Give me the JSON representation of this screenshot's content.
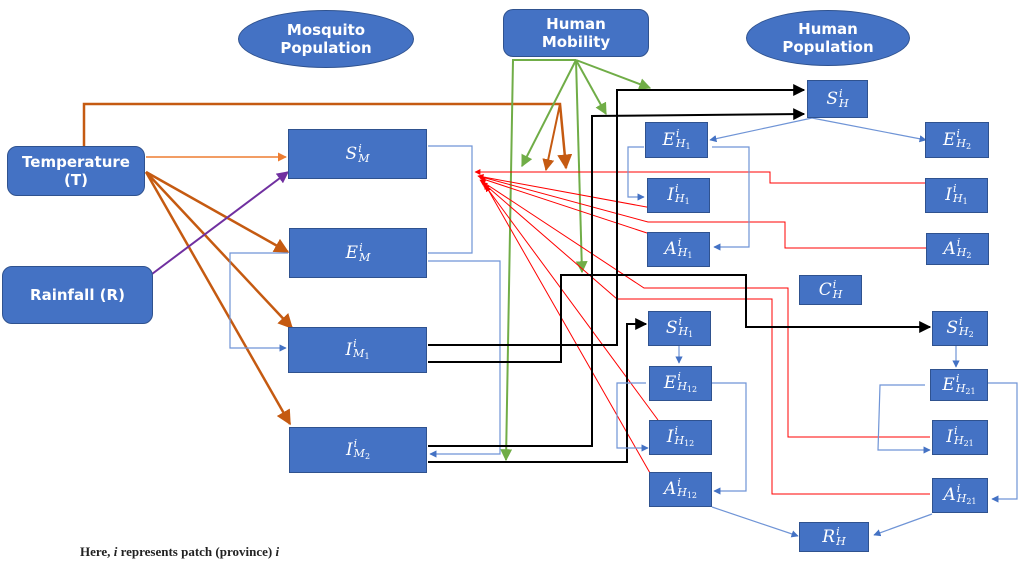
{
  "headers": {
    "mosquito_population": "Mosquito Population",
    "human_mobility": "Human Mobility",
    "human_population": "Human Population"
  },
  "drivers": {
    "temperature": "Temperature (T)",
    "rainfall": "Rainfall (R)"
  },
  "compartments": {
    "S_M": {
      "base": "S",
      "sup": "i",
      "sub": "M",
      "subsub": ""
    },
    "E_M": {
      "base": "E",
      "sup": "i",
      "sub": "M",
      "subsub": ""
    },
    "I_M1": {
      "base": "I",
      "sup": "i",
      "sub": "M",
      "subsub": "1"
    },
    "I_M2": {
      "base": "I",
      "sup": "i",
      "sub": "M",
      "subsub": "2"
    },
    "S_H": {
      "base": "S",
      "sup": "i",
      "sub": "H",
      "subsub": ""
    },
    "E_H1": {
      "base": "E",
      "sup": "i",
      "sub": "H",
      "subsub": "1"
    },
    "I_H1": {
      "base": "I",
      "sup": "i",
      "sub": "H",
      "subsub": "1"
    },
    "A_H1": {
      "base": "A",
      "sup": "i",
      "sub": "H",
      "subsub": "1"
    },
    "E_H2": {
      "base": "E",
      "sup": "i",
      "sub": "H",
      "subsub": "2"
    },
    "I_H1_right": {
      "base": "I",
      "sup": "i",
      "sub": "H",
      "subsub": "1"
    },
    "A_H2": {
      "base": "A",
      "sup": "i",
      "sub": "H",
      "subsub": "2"
    },
    "C_H": {
      "base": "C",
      "sup": "i",
      "sub": "H",
      "subsub": ""
    },
    "S_H1": {
      "base": "S",
      "sup": "i",
      "sub": "H",
      "subsub": "1"
    },
    "E_H12": {
      "base": "E",
      "sup": "i",
      "sub": "H",
      "subsub": "12"
    },
    "I_H12": {
      "base": "I",
      "sup": "i",
      "sub": "H",
      "subsub": "12"
    },
    "A_H12": {
      "base": "A",
      "sup": "i",
      "sub": "H",
      "subsub": "12"
    },
    "S_H2": {
      "base": "S",
      "sup": "i",
      "sub": "H",
      "subsub": "2"
    },
    "E_H21": {
      "base": "E",
      "sup": "i",
      "sub": "H",
      "subsub": "21"
    },
    "I_H21": {
      "base": "I",
      "sup": "i",
      "sub": "H",
      "subsub": "21"
    },
    "A_H21": {
      "base": "A",
      "sup": "i",
      "sub": "H",
      "subsub": "21"
    },
    "R_H": {
      "base": "R",
      "sup": "i",
      "sub": "H",
      "subsub": ""
    }
  },
  "footnote": {
    "prefix": "Here, ",
    "var": "i",
    "middle": " represents patch (province) ",
    "var2": "i"
  },
  "colors": {
    "node_fill": "#4472c4",
    "temperature_arrow": "#c55a11",
    "temperature_thin": "#ed7d31",
    "rainfall_arrow": "#7030a0",
    "mobility_arrow": "#70ad47",
    "transmission_arrow": "#ff0000",
    "progression_arrow": "#6f94d6",
    "mobility_flow": "#000000"
  }
}
